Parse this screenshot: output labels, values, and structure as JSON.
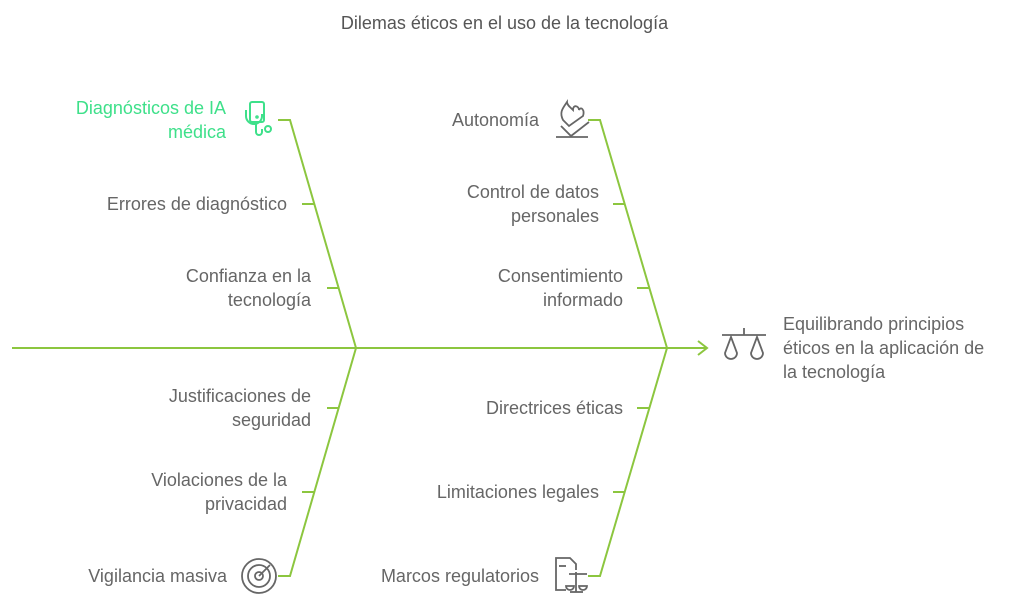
{
  "title": "Dilemas éticos en el uso de la tecnología",
  "effect": {
    "label": "Equilibrando principios éticos en la aplicación de la tecnología",
    "icon": "scales-icon"
  },
  "colors": {
    "bone": "#8cc63f",
    "highlight": "#3ee08a",
    "text": "#666666"
  },
  "categories": [
    {
      "label": "Diagnósticos de IA médica",
      "icon": "medical-phone-stethoscope-icon",
      "causes": [
        "Errores de diagnóstico",
        "Confianza en la tecnología"
      ]
    },
    {
      "label": "Autonomía",
      "icon": "hand-fire-icon",
      "causes": [
        "Control de datos personales",
        "Consentimiento informado"
      ]
    },
    {
      "label": "Vigilancia masiva",
      "icon": "radar-icon",
      "causes": [
        "Justificaciones de seguridad",
        "Violaciones de la privacidad"
      ]
    },
    {
      "label": "Marcos regulatorios",
      "icon": "legal-document-icon",
      "causes": [
        "Directrices éticas",
        "Limitaciones legales"
      ]
    }
  ]
}
